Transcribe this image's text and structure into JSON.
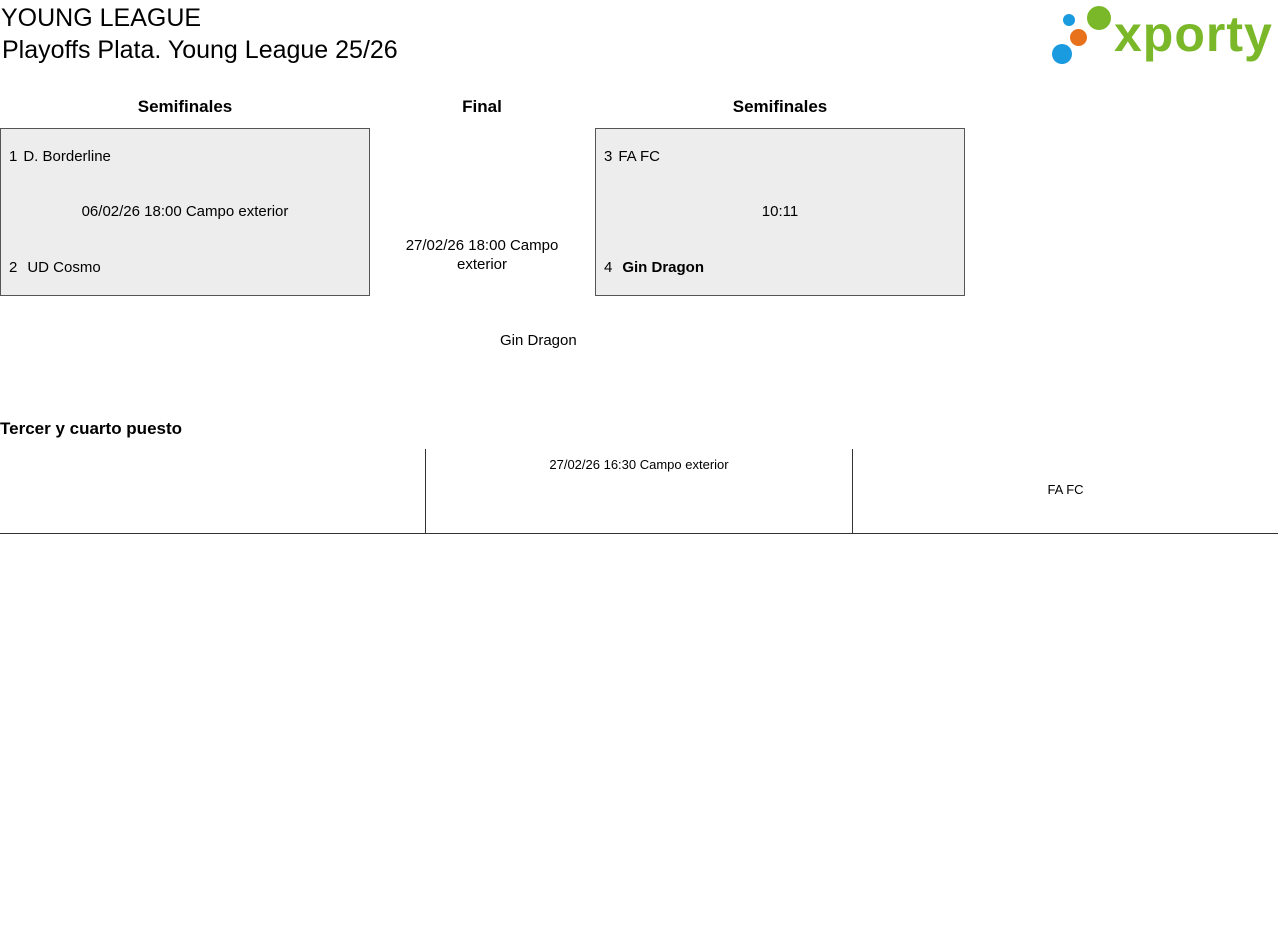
{
  "header": {
    "league": "YOUNG LEAGUE",
    "title": "Playoffs Plata. Young League 25/26"
  },
  "logo": {
    "text": "xporty",
    "colors": {
      "green": "#7ab829",
      "blue": "#1a9be0",
      "orange": "#e8721c"
    }
  },
  "rounds": {
    "left": "Semifinales",
    "center": "Final",
    "right": "Semifinales"
  },
  "semifinal_left": {
    "team1": {
      "seed": "1",
      "name": "D. Borderline"
    },
    "info": "06/02/26 18:00 Campo exterior",
    "team2": {
      "seed": "2",
      "name": "UD Cosmo"
    }
  },
  "semifinal_right": {
    "team1": {
      "seed": "3",
      "name": "FA FC"
    },
    "info": "10:11",
    "team2": {
      "seed": "4",
      "name": "Gin Dragon"
    }
  },
  "final": {
    "info": "27/02/26 18:00 Campo exterior",
    "winner": "Gin Dragon"
  },
  "third_place": {
    "heading": "Tercer y cuarto puesto",
    "left_team": "",
    "info": "27/02/26 16:30 Campo exterior",
    "right_team": "FA FC"
  }
}
